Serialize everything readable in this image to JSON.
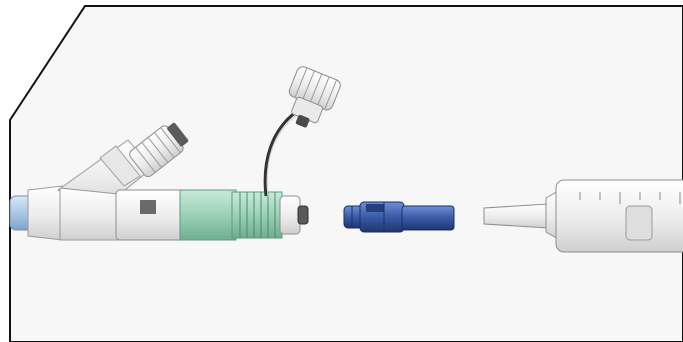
{
  "illustration": {
    "panel_border_color": "#111111",
    "panel_fill_color": "#f7f7f7",
    "parts": [
      {
        "name": "y-port-catheter-hub",
        "colors": {
          "body": "#f4f4f4",
          "band": "#9bd1b6",
          "tip": "#a9c7e6"
        }
      },
      {
        "name": "hinged-port-cap",
        "colors": {
          "body": "#efefef",
          "strap": "#333333"
        }
      },
      {
        "name": "blue-adapter-connector",
        "colors": {
          "body": "#3a5aa7",
          "dark": "#263f7d"
        }
      },
      {
        "name": "syringe-tip",
        "colors": {
          "body": "#f2f2f2"
        }
      },
      {
        "name": "syringe-barrel",
        "colors": {
          "body": "#efefef",
          "marks": "#8a8a8a"
        }
      }
    ]
  }
}
